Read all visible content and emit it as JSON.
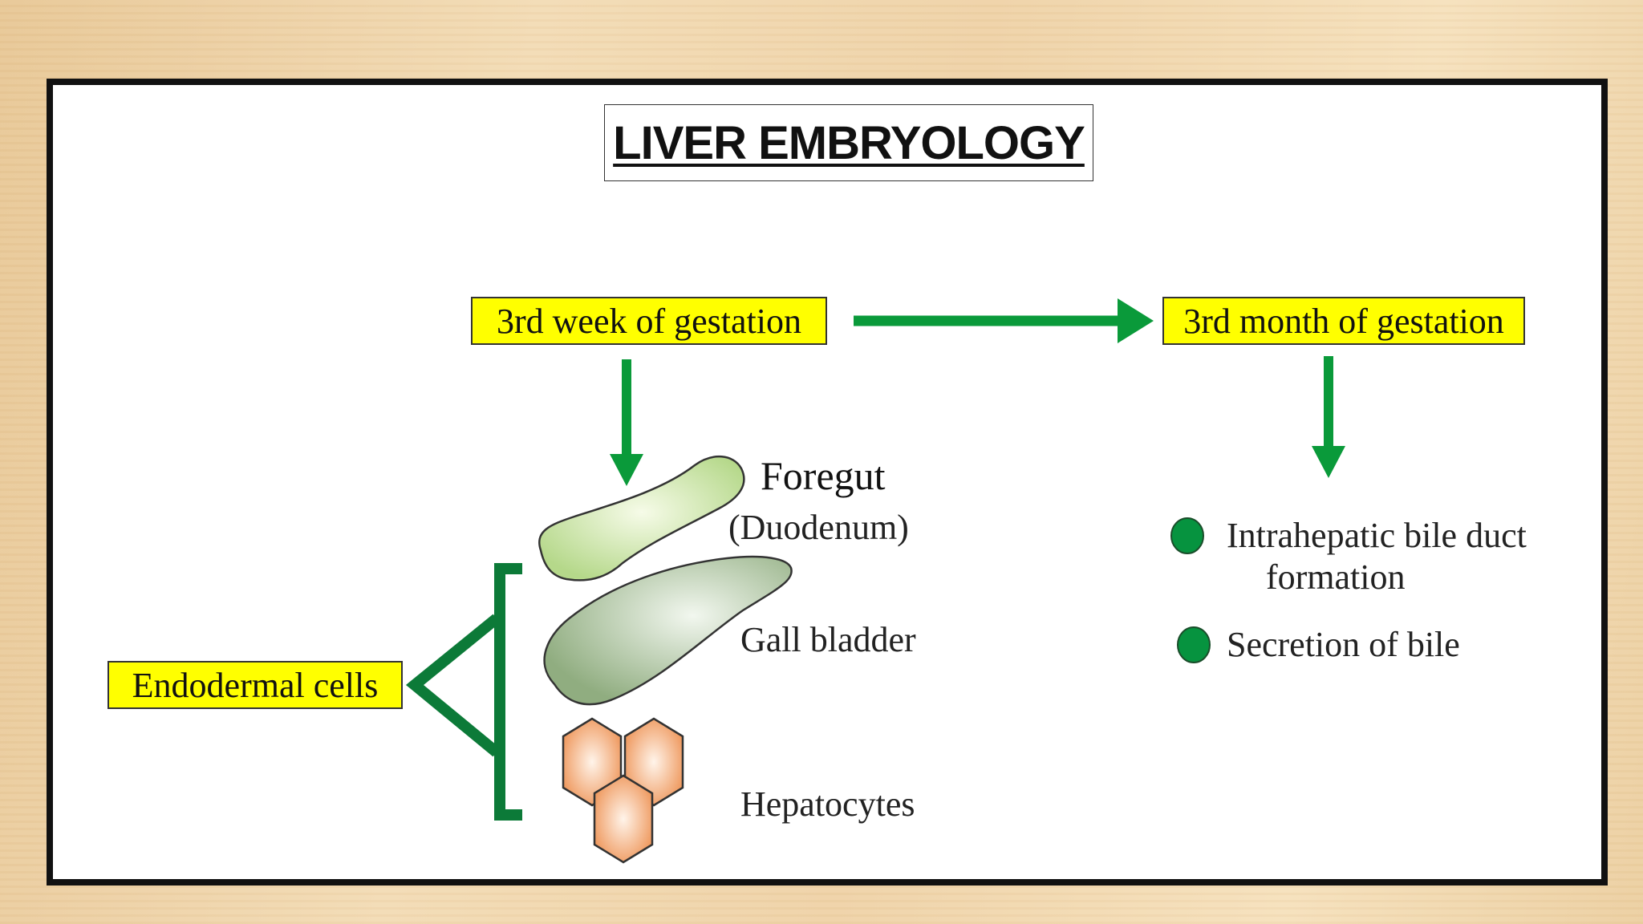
{
  "slide": {
    "title": "LIVER EMBRYOLOGY"
  },
  "boxes": {
    "week": "3rd week of gestation",
    "month": "3rd month of gestation",
    "endodermal": "Endodermal cells"
  },
  "labels": {
    "foregut": "Foregut",
    "duodenum": "(Duodenum)",
    "gall_bladder": "Gall bladder",
    "hepatocytes": "Hepatocytes"
  },
  "bullets": [
    {
      "line1": "Intrahepatic bile duct",
      "line2": "formation"
    },
    {
      "line1": "Secretion of bile"
    }
  ],
  "colors": {
    "highlight": "#ffff00",
    "arrow_green": "#0a9a3a",
    "bracket_green": "#0c7a38",
    "bullet_green": "#06933f",
    "hepatocyte_orange": "#f0a070"
  },
  "icons": {
    "bullet": "filled-circle-icon"
  }
}
